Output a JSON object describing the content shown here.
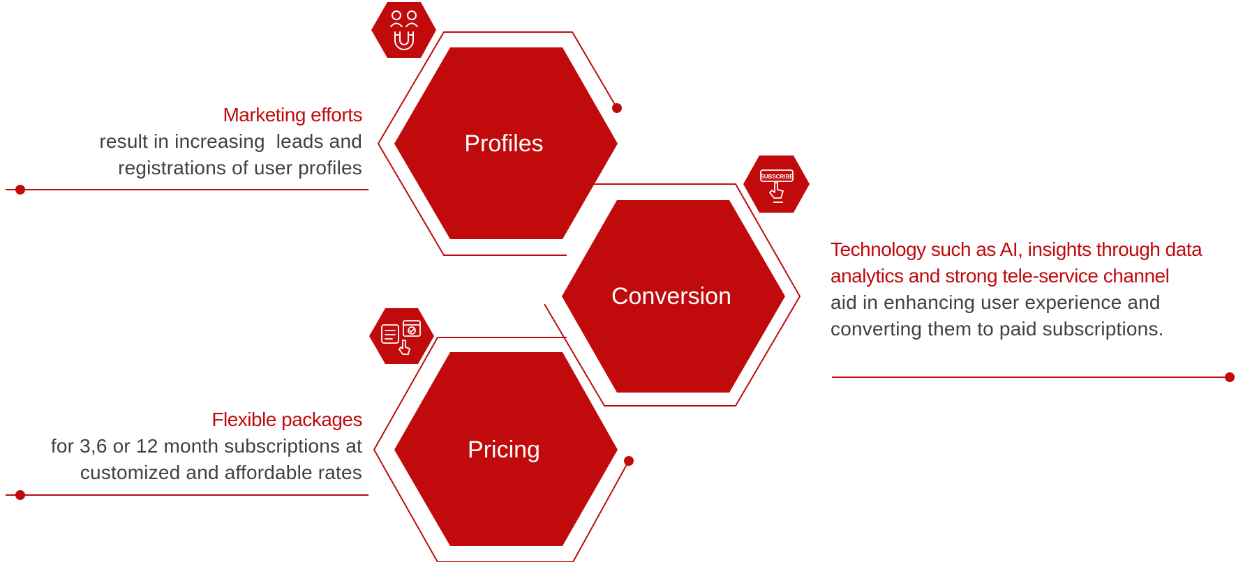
{
  "colors": {
    "accent": "#c00a0c",
    "text": "#404040",
    "background": "#ffffff"
  },
  "hexagons": [
    {
      "key": "profiles",
      "label": "Profiles",
      "icon": "magnet-users-icon"
    },
    {
      "key": "conversion",
      "label": "Conversion",
      "icon": "subscribe-click-icon"
    },
    {
      "key": "pricing",
      "label": "Pricing",
      "icon": "calendar-checklist-icon"
    }
  ],
  "callouts": {
    "marketing": {
      "heading": "Marketing efforts",
      "lines": [
        "result in increasing  leads and",
        "registrations of user profiles"
      ]
    },
    "technology": {
      "heading_lines": [
        "Technology such as AI, insights through data",
        "analytics and strong tele-service channel"
      ],
      "lines": [
        "aid in enhancing user experience and",
        "converting them to paid subscriptions."
      ]
    },
    "flexible": {
      "heading": "Flexible packages",
      "lines": [
        "for 3,6 or 12 month subscriptions at",
        "customized and affordable rates"
      ]
    }
  },
  "icon_texts": {
    "subscribe": "SUBSCRIBE"
  }
}
